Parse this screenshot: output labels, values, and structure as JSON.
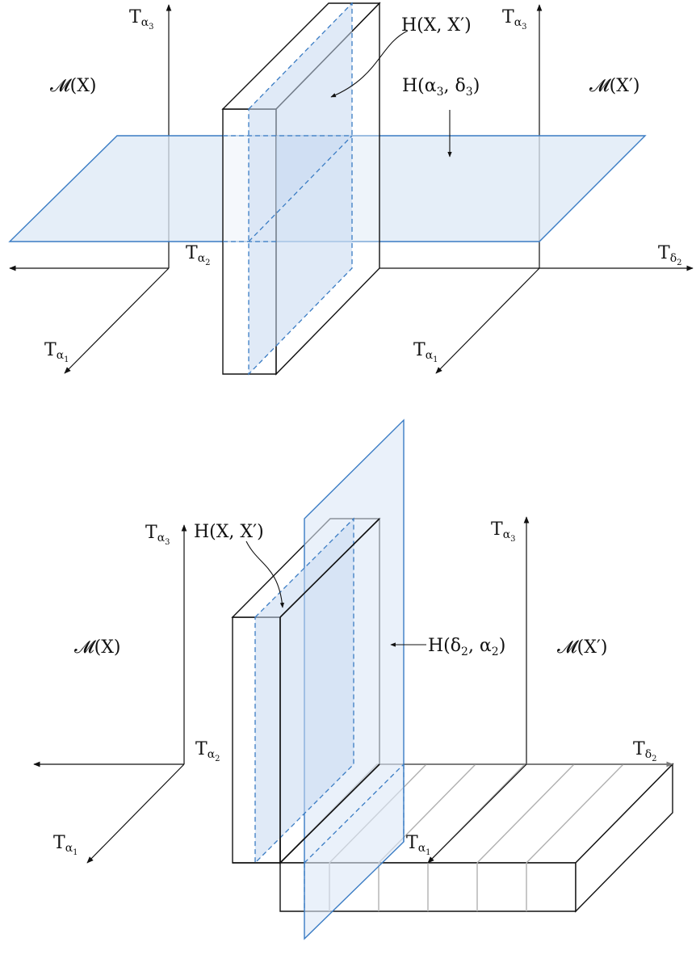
{
  "top_panel": {
    "label_M_left": "𝓜(X)",
    "label_M_right": "𝓜(X′)",
    "label_H_XX": "H(X, X′)",
    "label_H_plane": "H(α",
    "label_H_plane_rest": ", δ",
    "label_H_plane_sub1": "3",
    "label_H_plane_sub2": "3",
    "axis_left_up": {
      "base": "T",
      "sub": "α",
      "subsub": "3"
    },
    "axis_left_side": {
      "base": "T",
      "sub": "α",
      "subsub": "2"
    },
    "axis_left_front": {
      "base": "T",
      "sub": "α",
      "subsub": "1"
    },
    "axis_right_up": {
      "base": "T",
      "sub": "α",
      "subsub": "3"
    },
    "axis_right_side": {
      "base": "T",
      "sub": "δ",
      "subsub": "2"
    },
    "axis_right_front": {
      "base": "T",
      "sub": "α",
      "subsub": "1"
    }
  },
  "bottom_panel": {
    "label_M_left": "𝓜(X)",
    "label_M_right": "𝓜(X′)",
    "label_H_XX": "H(X, X′)",
    "label_H_plane": "H(δ",
    "label_H_plane_rest": ", α",
    "label_H_plane_sub1": "2",
    "label_H_plane_sub2": "2",
    "axis_left_up": {
      "base": "T",
      "sub": "α",
      "subsub": "3"
    },
    "axis_left_side": {
      "base": "T",
      "sub": "α",
      "subsub": "2"
    },
    "axis_left_front": {
      "base": "T",
      "sub": "α",
      "subsub": "1"
    },
    "axis_right_up": {
      "base": "T",
      "sub": "α",
      "subsub": "3"
    },
    "axis_right_side": {
      "base": "T",
      "sub": "δ",
      "subsub": "2"
    },
    "axis_right_front": {
      "base": "T",
      "sub": "α",
      "subsub": "1"
    }
  },
  "colors": {
    "plane_stroke": "#3a7cc4",
    "plane_fill": "#dce8f6",
    "plane_fill_dark": "#c7d9f0",
    "line": "#111111",
    "grey_line": "#b0b0b0"
  }
}
